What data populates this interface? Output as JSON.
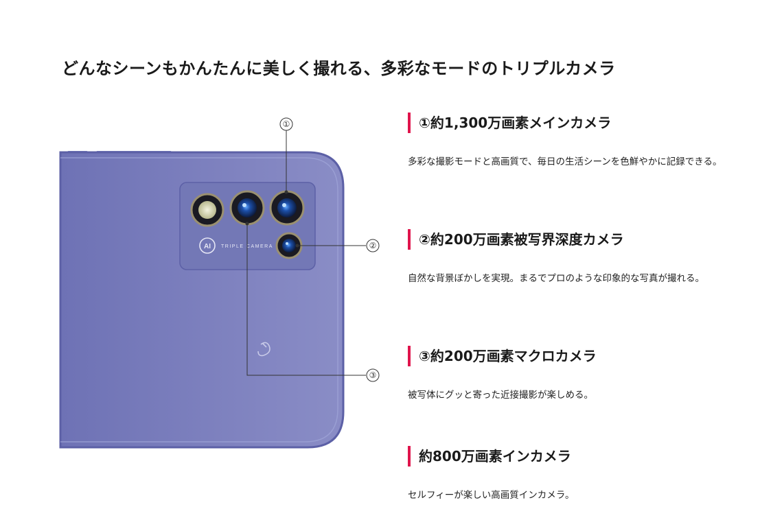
{
  "page": {
    "title": "どんなシーンもかんたんに美しく撮れる、多彩なモードのトリプルカメラ"
  },
  "illustration": {
    "callouts": [
      "①",
      "②",
      "③"
    ],
    "module_badge": "AI",
    "module_text": "TRIPLE CAMERA",
    "colors": {
      "body": "#7b7fbd",
      "module": "#7378b6",
      "accent": "#e0144c"
    }
  },
  "specs": [
    {
      "heading": "①約1,300万画素メインカメラ",
      "description": "多彩な撮影モードと高画質で、毎日の生活シーンを色鮮やかに記録できる。"
    },
    {
      "heading": "②約200万画素被写界深度カメラ",
      "description": "自然な背景ぼかしを実現。まるでプロのような印象的な写真が撮れる。"
    },
    {
      "heading": "③約200万画素マクロカメラ",
      "description": "被写体にグッと寄った近接撮影が楽しめる。"
    },
    {
      "heading": "約800万画素インカメラ",
      "description": "セルフィーが楽しい高画質インカメラ。"
    }
  ]
}
